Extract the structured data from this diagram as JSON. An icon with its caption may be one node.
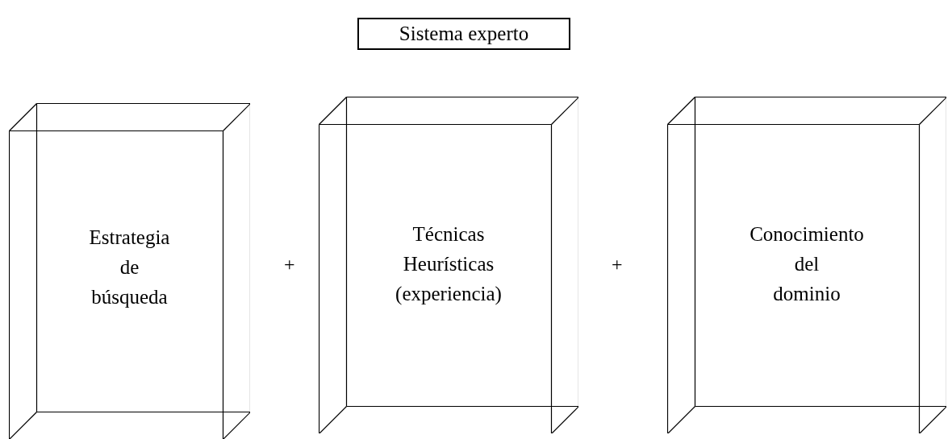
{
  "diagram": {
    "nodes": [
      {
        "text": [
          "Sistema experto"
        ]
      },
      {
        "text": [
          "Estrategia de búsqueda"
        ]
      },
      {
        "text": [
          "Técnicas Heurísticas (experiencia)"
        ]
      },
      {
        "text": [
          "Conocimiento del dominio"
        ]
      }
    ],
    "edges": [],
    "labels": [
      "+",
      "+"
    ]
  }
}
